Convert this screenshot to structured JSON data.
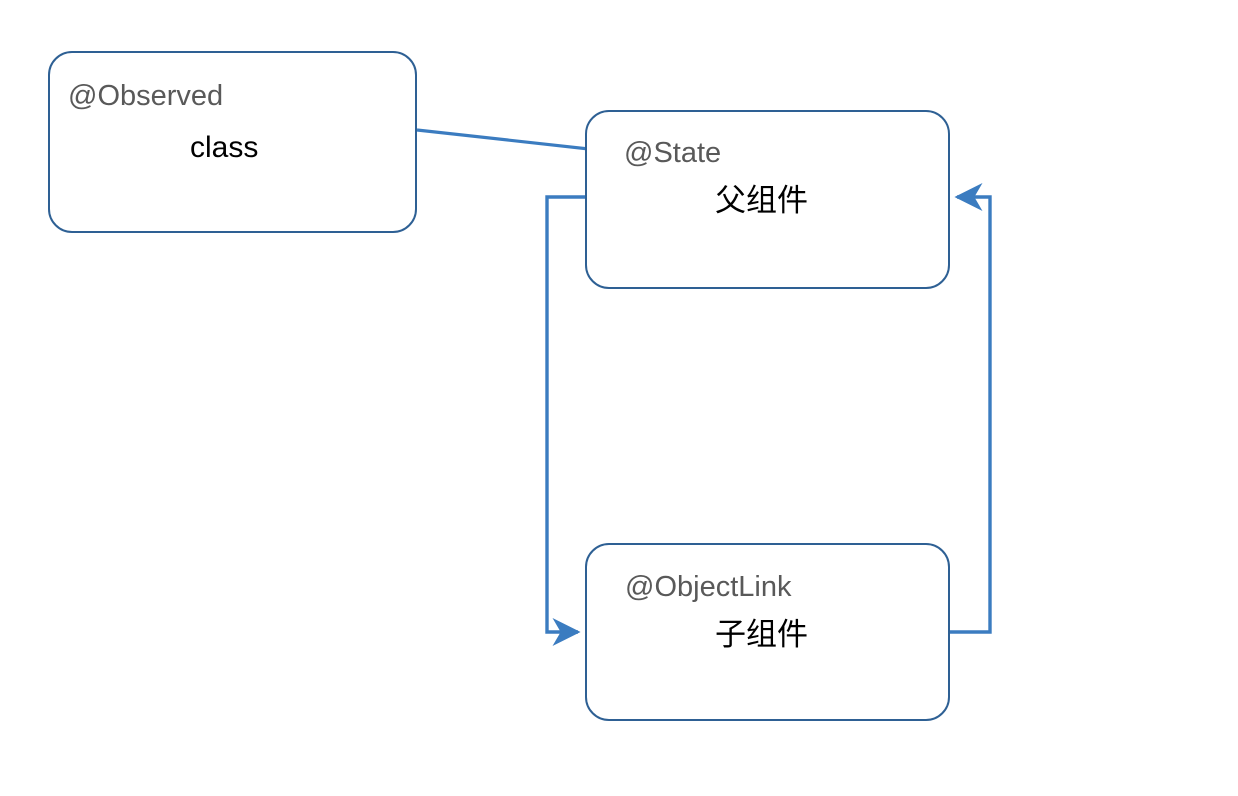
{
  "diagram": {
    "title": "HarmonyOS state management: @Observed / @State / @ObjectLink data flow",
    "colors": {
      "node_border": "#2e6094",
      "node_fill": "#ffffff",
      "edge_line": "#3b7cc0",
      "decorator_text": "#595959",
      "title_text": "#000000",
      "background": "#ffffff"
    },
    "nodes": [
      {
        "id": "observed",
        "decorator": "@Observed",
        "title": "class"
      },
      {
        "id": "state",
        "decorator": "@State",
        "title": "父组件"
      },
      {
        "id": "objectlink",
        "decorator": "@ObjectLink",
        "title": "子组件"
      }
    ],
    "edges": [
      {
        "id": "observed-to-state",
        "from": "observed",
        "to": "state",
        "style": "straight",
        "arrow": "end",
        "label": ""
      },
      {
        "id": "state-to-objectlink",
        "from": "state",
        "to": "objectlink",
        "style": "orthogonal-left",
        "arrow": "end",
        "label": ""
      },
      {
        "id": "objectlink-to-state",
        "from": "objectlink",
        "to": "state",
        "style": "orthogonal-right",
        "arrow": "end",
        "label": ""
      }
    ]
  }
}
